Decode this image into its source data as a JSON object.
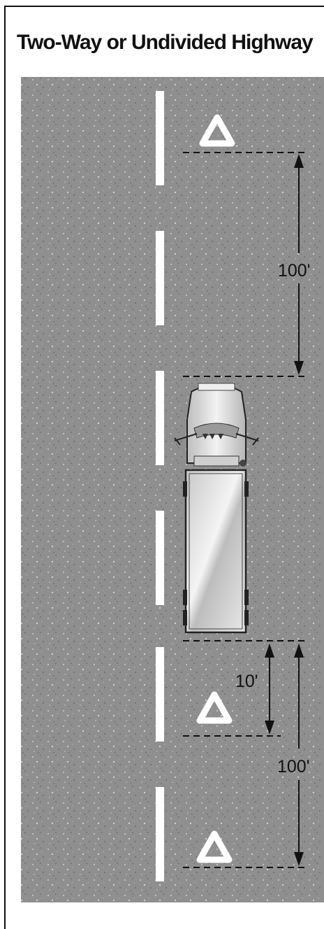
{
  "title": "Two-Way or Undivided Highway",
  "labels": {
    "top_distance": "100'",
    "near_distance": "10'",
    "bottom_distance": "100'"
  },
  "colors": {
    "road": "#8f8f8f",
    "lane_line": "#ffffff",
    "triangle": "#ffffff",
    "dimension": "#111111"
  },
  "icons": [
    "warning-triangle-icon",
    "truck-icon"
  ]
}
